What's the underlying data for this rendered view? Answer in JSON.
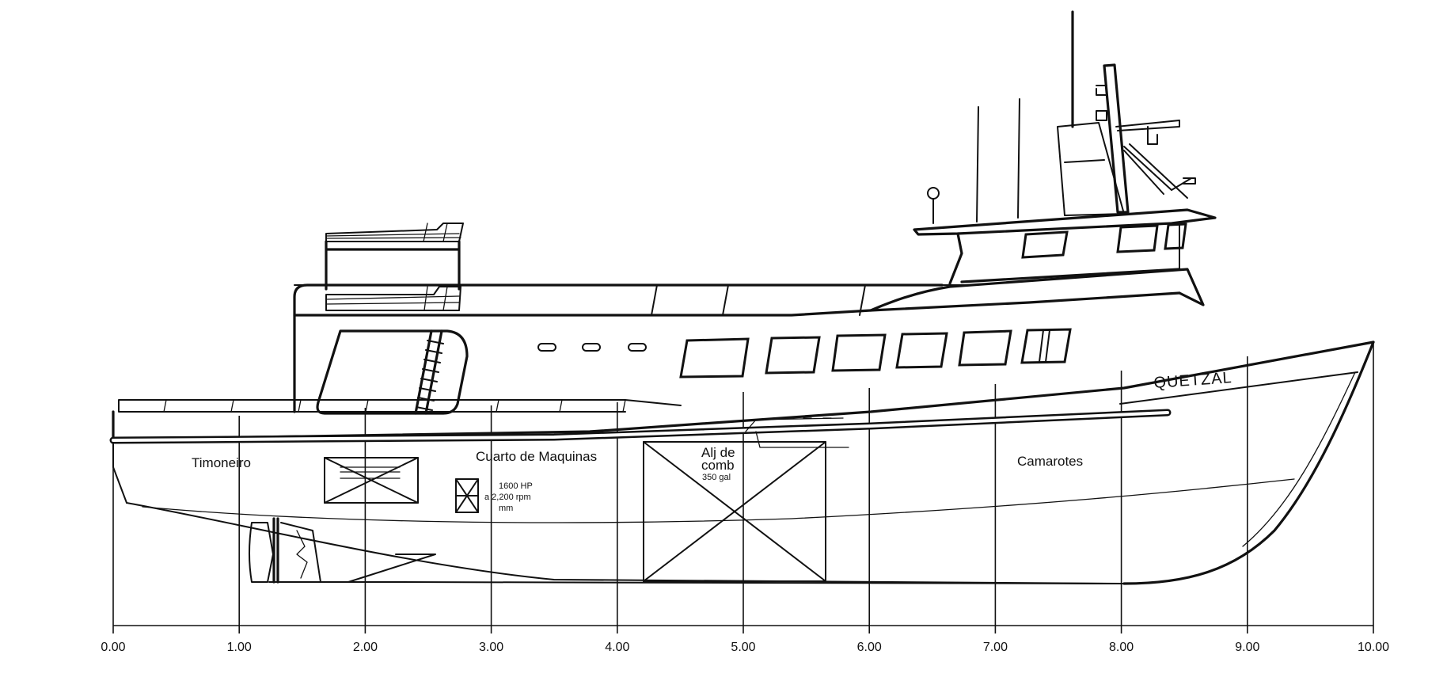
{
  "vessel": {
    "name": "QUETZAL"
  },
  "compartments": [
    {
      "label": "Timoneiro"
    },
    {
      "label": "Cuarto de Maquinas"
    },
    {
      "label_line1": "Alj de",
      "label_line2": "comb",
      "capacity": "350 gal"
    },
    {
      "label": "Camarotes"
    }
  ],
  "engine": {
    "line1": "1600 HP",
    "line2": "a 2,200 rpm",
    "line3": "mm"
  },
  "scale": {
    "ticks": [
      "0.00",
      "1.00",
      "2.00",
      "3.00",
      "4.00",
      "5.00",
      "6.00",
      "7.00",
      "8.00",
      "9.00",
      "10.00"
    ]
  }
}
